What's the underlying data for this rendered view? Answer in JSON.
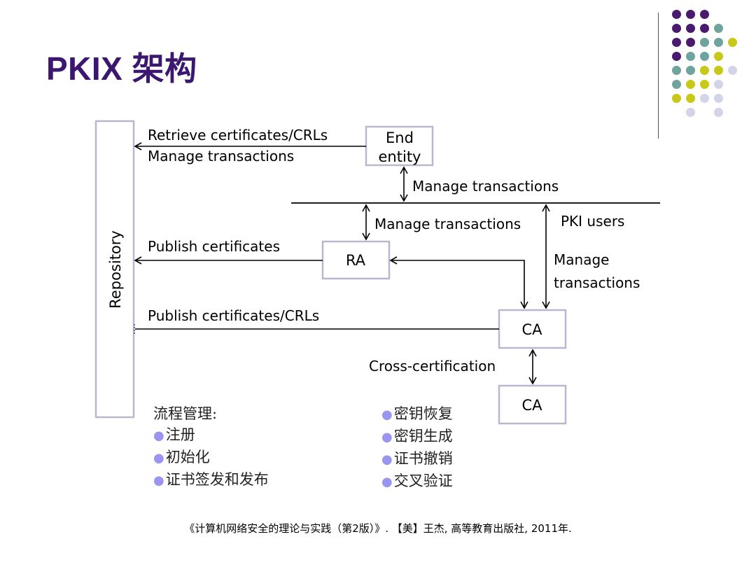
{
  "slide": {
    "title": "PKIX 架构",
    "citation": "《计算机网络安全的理论与实践（第2版）》. 【美】王杰, 高等教育出版社, 2011年."
  },
  "diagram": {
    "repository": "Repository",
    "end_entity_line1": "End",
    "end_entity_line2": "entity",
    "ra": "RA",
    "ca_main": "CA",
    "ca_cross": "CA",
    "labels": {
      "retrieve": "Retrieve certificates/CRLs",
      "manage_top": "Manage transactions",
      "manage_end_entity": "Manage transactions",
      "manage_ra": "Manage transactions",
      "pki_users": "PKI users",
      "publish_certs": "Publish certificates",
      "manage_ca_line1": "Manage",
      "manage_ca_line2": "transactions",
      "publish_certs_crls": "Publish certificates/CRLs",
      "cross_cert": "Cross-certification"
    }
  },
  "left_list": {
    "heading": "流程管理:",
    "items": [
      "注册",
      "初始化",
      "证书签发和发布"
    ]
  },
  "right_list": {
    "items": [
      "密钥恢复",
      "密钥生成",
      "证书撤销",
      "交叉验证"
    ]
  },
  "bullet_glyph": "●",
  "colors": {
    "title": "#3b1770",
    "box_border": "#b9b7cf",
    "bullet": "#9a95f0",
    "dot_purple": "#4a1a6e",
    "dot_teal": "#6fa39e",
    "dot_olive": "#c8c818",
    "dot_lavender": "#d4d4e8"
  }
}
